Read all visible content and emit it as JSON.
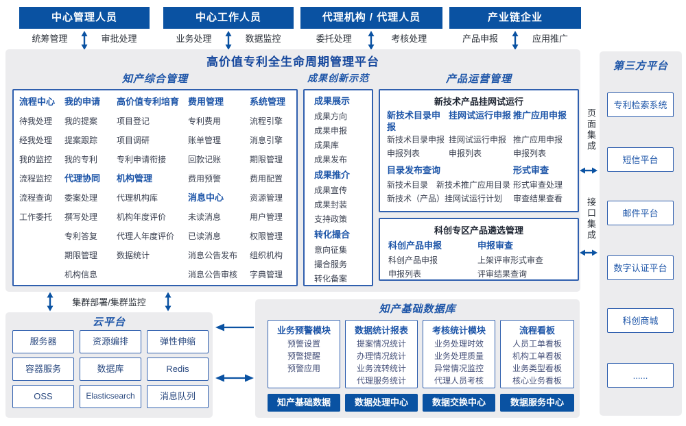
{
  "colors": {
    "header_blue": "#0a52a2",
    "accent_blue": "#1d55a8",
    "border_blue": "#2f5fae",
    "panel_gray": "#ececee",
    "title_blue": "#16489d",
    "item_text": "#3a4050"
  },
  "top_roles": [
    {
      "title": "中心管理人员",
      "left": "统筹管理",
      "right": "审批处理"
    },
    {
      "title": "中心工作人员",
      "left": "业务处理",
      "right": "数据监控"
    },
    {
      "title": "代理机构 / 代理人员",
      "left": "委托处理",
      "right": "考核处理"
    },
    {
      "title": "产业链企业",
      "left": "产品申报",
      "right": "应用推广"
    }
  ],
  "platform_title": "高价值专利全生命周期管理平台",
  "sections": {
    "zhichan": {
      "title": "知产综合管理",
      "columns": [
        {
          "groups": [
            {
              "header": "流程中心",
              "items": [
                "待我处理",
                "经我处理",
                "我的监控",
                "流程监控",
                "流程查询",
                "工作委托"
              ]
            }
          ]
        },
        {
          "groups": [
            {
              "header": "我的申请",
              "items": [
                "我的提案",
                "提案跟踪",
                "我的专利"
              ]
            },
            {
              "header": "代理协同",
              "items": [
                "委案处理",
                "撰写处理",
                "专利答复",
                "期限管理",
                "机构信息"
              ]
            }
          ]
        },
        {
          "groups": [
            {
              "header": "高价值专利培育",
              "items": [
                "项目登记",
                "项目调研",
                "专利申请衔接"
              ]
            },
            {
              "header": "机构管理",
              "items": [
                "代理机构库",
                "机构年度评价",
                "代理人年度评价",
                "数据统计"
              ]
            }
          ]
        },
        {
          "groups": [
            {
              "header": "费用管理",
              "items": [
                "专利费用",
                "账单管理",
                "回款记账",
                "费用预警"
              ]
            },
            {
              "header": "消息中心",
              "items": [
                "未读消息",
                "已读消息",
                "消息公告发布",
                "消息公告审核"
              ]
            }
          ]
        },
        {
          "groups": [
            {
              "header": "系统管理",
              "items": [
                "流程引擎",
                "消息引擎",
                "期限管理",
                "费用配置",
                "资源管理",
                "用户管理",
                "权限管理",
                "组织机构",
                "字典管理"
              ]
            }
          ]
        }
      ]
    },
    "chengguo": {
      "title": "成果创新示范",
      "groups": [
        {
          "header": "成果展示",
          "items": [
            "成果方向",
            "成果申报",
            "成果库",
            "成果发布"
          ]
        },
        {
          "header": "成果推介",
          "items": [
            "成果宣传",
            "成果封装",
            "支持政策"
          ]
        },
        {
          "header": "转化撮合",
          "items": [
            "意向征集",
            "撮合服务",
            "转化备案"
          ]
        }
      ]
    },
    "chanpin": {
      "title": "产品运营管理",
      "box1": {
        "title": "新技术产品挂网试运行",
        "groups_row1": [
          {
            "header": "新技术目录申报",
            "items": [
              "新技术目录申报",
              "申报列表"
            ]
          },
          {
            "header": "挂网试运行申报",
            "items": [
              "挂网试运行申报",
              "申报列表"
            ]
          },
          {
            "header": "推广应用申报",
            "items": [
              "推广应用申报",
              "申报列表"
            ]
          }
        ],
        "catalog": {
          "header": "目录发布查询",
          "line1": [
            "新技术目录",
            "新技术推广应用目录"
          ],
          "line2": "新技术（产品）挂网试运行计划"
        },
        "review": {
          "header": "形式审查",
          "items": [
            "形式审查处理",
            "审查结果查看"
          ]
        }
      },
      "box2": {
        "title": "科创专区产品遴选管理",
        "groups": [
          {
            "header": "科创产品申报",
            "items": [
              "科创产品申报",
              "申报列表"
            ]
          },
          {
            "header": "申报审查",
            "items": [
              "上架评审形式审查",
              "评审结果查询"
            ]
          }
        ]
      }
    }
  },
  "integration": {
    "page": "页面集成",
    "interface": "接口集成"
  },
  "third_party": {
    "title": "第三方平台",
    "items": [
      "专利检索系统",
      "短信平台",
      "邮件平台",
      "数字认证平台",
      "科创商城",
      "......"
    ]
  },
  "cluster_label": "集群部署/集群监控",
  "cloud": {
    "title": "云平台",
    "items": [
      "服务器",
      "资源编排",
      "弹性伸缩",
      "容器服务",
      "数据库",
      "Redis",
      "OSS",
      "Elasticsearch",
      "消息队列"
    ]
  },
  "database": {
    "title": "知产基础数据库",
    "modules": [
      {
        "header": "业务预警模块",
        "items": [
          "预警设置",
          "预警提醒",
          "预警应用"
        ]
      },
      {
        "header": "数据统计报表",
        "items": [
          "提案情况统计",
          "办理情况统计",
          "业务流转统计",
          "代理服务统计"
        ]
      },
      {
        "header": "考核统计模块",
        "items": [
          "业务处理时效",
          "业务处理质量",
          "异常情况监控",
          "代理人员考核"
        ]
      },
      {
        "header": "流程看板",
        "items": [
          "人员工单看板",
          "机构工单看板",
          "业务类型看板",
          "核心业务看板"
        ]
      }
    ],
    "buttons": [
      "知产基础数据",
      "数据处理中心",
      "数据交换中心",
      "数据服务中心"
    ]
  }
}
